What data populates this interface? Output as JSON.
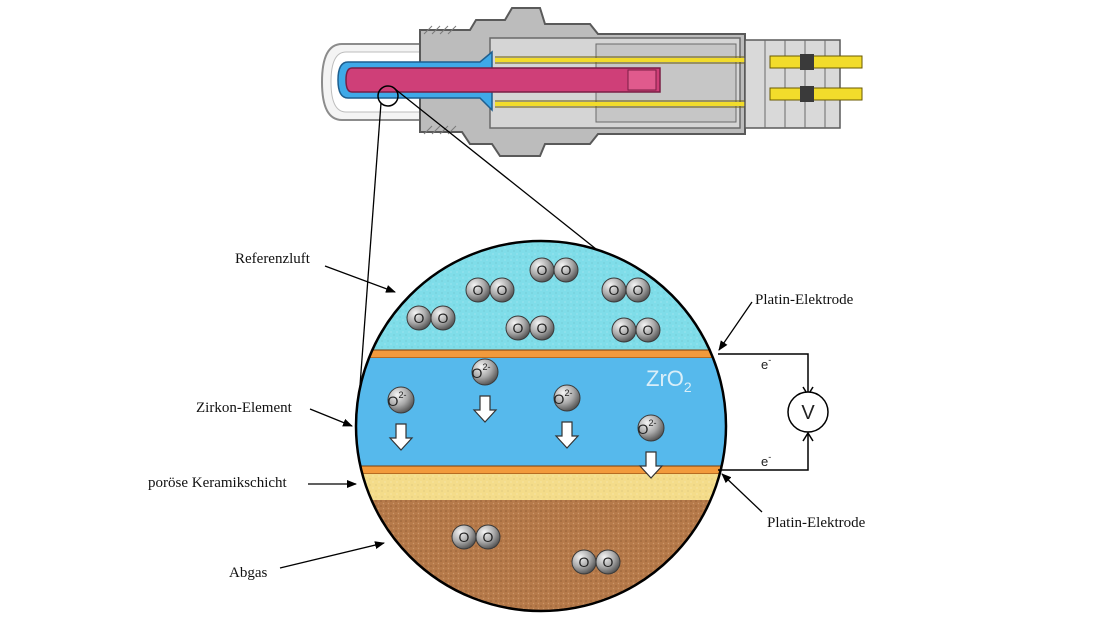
{
  "labels": {
    "referenzluft": "Referenzluft",
    "zirkon_element": "Zirkon-Element",
    "poroese_keramik": "poröse Keramikschicht",
    "abgas": "Abgas",
    "platin_top": "Platin-Elektrode",
    "platin_bottom": "Platin-Elektrode"
  },
  "circle": {
    "zro2_main": "ZrO",
    "zro2_sub": "2",
    "voltmeter": "V",
    "electron_top": "e",
    "electron_bottom": "e",
    "electron_charge": "-"
  },
  "ions": {
    "symbol": "O",
    "charge": "2-"
  },
  "molecules": {
    "atom": "O"
  },
  "colors": {
    "air_layer": "#7fdde9",
    "zirconia_layer": "#56b9ec",
    "electrode": "#f29a3c",
    "ceramic_layer": "#f4dc8a",
    "exhaust_layer": "#b67a4a",
    "sensor_body_gray": "#b9b9b9",
    "sensor_element_pink": "#cf3f78",
    "sensor_element_blue": "#3fa9e8",
    "conductor_yellow": "#f2dc2b"
  }
}
